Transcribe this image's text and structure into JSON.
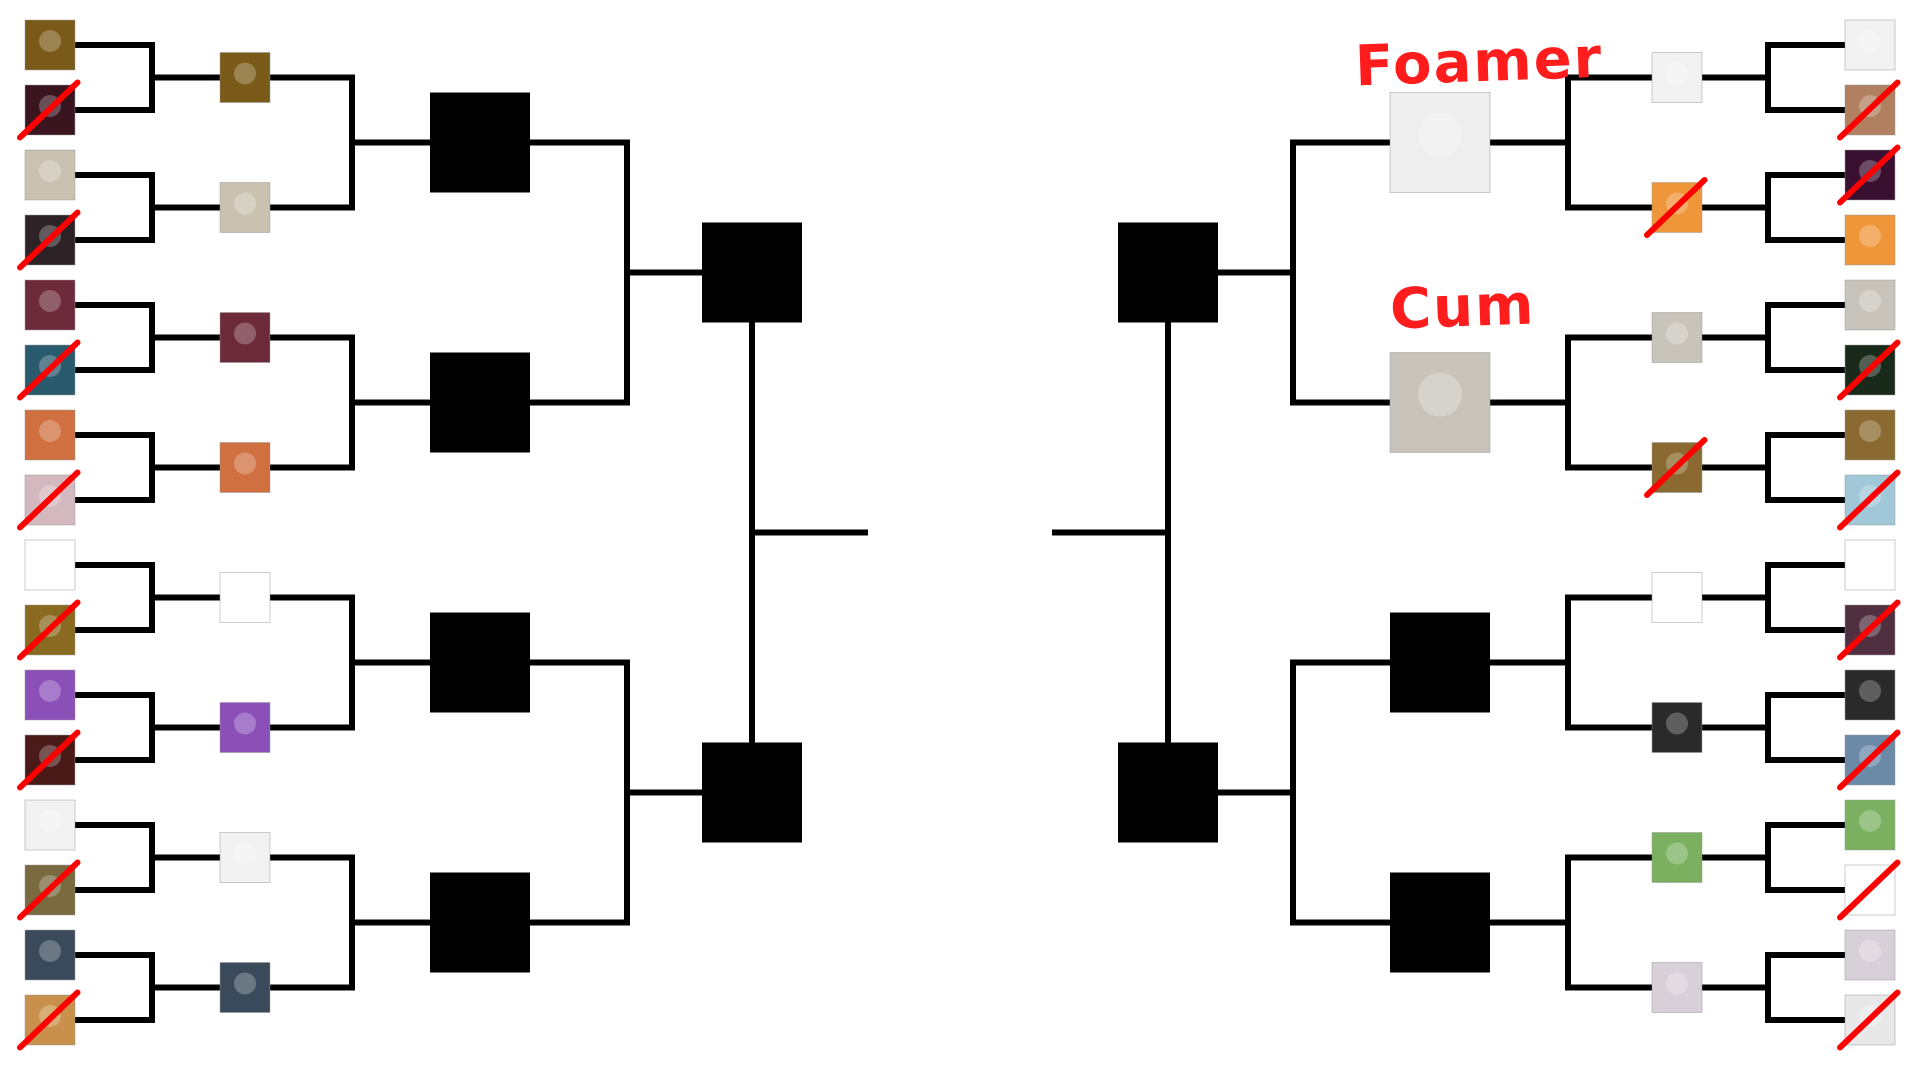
{
  "colors": {
    "line": "#000000",
    "box": "#000000",
    "elimination": "#ff0000",
    "background": "#ffffff"
  },
  "labels": {
    "finalist_top_right": "Foamer",
    "finalist_bottom_right": "Cum"
  },
  "left": {
    "round1": [
      {
        "icon": "man-portrait-avatar",
        "bg": "#7a5a18",
        "eliminated": false
      },
      {
        "icon": "dark-portrait-avatar",
        "bg": "#3a1520",
        "eliminated": true
      },
      {
        "icon": "laughing-man-avatar",
        "bg": "#c9c2b0",
        "eliminated": false
      },
      {
        "icon": "dark-figure-avatar",
        "bg": "#2d2226",
        "eliminated": true
      },
      {
        "icon": "anime-girl-horns-avatar",
        "bg": "#6d2a3a",
        "eliminated": false
      },
      {
        "icon": "green-blue-avatar",
        "bg": "#2a5a6e",
        "eliminated": true
      },
      {
        "icon": "redhead-anime-avatar",
        "bg": "#d07040",
        "eliminated": false
      },
      {
        "icon": "anime-character-avatar",
        "bg": "#d4b8c0",
        "eliminated": true
      },
      {
        "icon": "panda-flag-glasses-avatar",
        "bg": "#ffffff",
        "eliminated": false
      },
      {
        "icon": "sunglasses-avatar",
        "bg": "#8a6a20",
        "eliminated": true
      },
      {
        "icon": "purple-blob-avatar",
        "bg": "#8a50b8",
        "eliminated": false
      },
      {
        "icon": "dark-photo-avatar",
        "bg": "#4a1a18",
        "eliminated": true
      },
      {
        "icon": "sketch-man-avatar",
        "bg": "#f2f2f2",
        "eliminated": false
      },
      {
        "icon": "blurred-face-avatar",
        "bg": "#7a6a40",
        "eliminated": true
      },
      {
        "icon": "old-man-photo-avatar",
        "bg": "#3a4a5a",
        "eliminated": false
      },
      {
        "icon": "orange-avatar",
        "bg": "#c8904a",
        "eliminated": true
      }
    ],
    "round2": [
      {
        "icon": "man-portrait-avatar",
        "bg": "#7a5a18",
        "eliminated": false
      },
      {
        "icon": "laughing-man-avatar",
        "bg": "#c9c2b0",
        "eliminated": false
      },
      {
        "icon": "anime-girl-horns-avatar",
        "bg": "#6d2a3a",
        "eliminated": false
      },
      {
        "icon": "redhead-anime-avatar",
        "bg": "#d07040",
        "eliminated": false
      },
      {
        "icon": "panda-flag-glasses-avatar",
        "bg": "#ffffff",
        "eliminated": false
      },
      {
        "icon": "purple-blob-avatar",
        "bg": "#8a50b8",
        "eliminated": false
      },
      {
        "icon": "sketch-man-avatar",
        "bg": "#f2f2f2",
        "eliminated": false
      },
      {
        "icon": "old-man-photo-avatar",
        "bg": "#3a4a5a",
        "eliminated": false
      }
    ]
  },
  "right": {
    "round1": [
      {
        "icon": "ascii-cat-avatar",
        "bg": "#f2f2f2",
        "eliminated": false
      },
      {
        "icon": "brown-hair-avatar",
        "bg": "#b08060",
        "eliminated": true
      },
      {
        "icon": "magenta-dark-avatar",
        "bg": "#3a1030",
        "eliminated": true
      },
      {
        "icon": "orange-cat-avatar",
        "bg": "#f0963a",
        "eliminated": false
      },
      {
        "icon": "cat-tuxedo-avatar",
        "bg": "#c8c4bc",
        "eliminated": false
      },
      {
        "icon": "dark-matrix-avatar",
        "bg": "#1a2a1a",
        "eliminated": true
      },
      {
        "icon": "painting-avatar",
        "bg": "#8a6a30",
        "eliminated": false
      },
      {
        "icon": "blue-sketch-avatar",
        "bg": "#a0c8d8",
        "eliminated": true
      },
      {
        "icon": "red-grin-face-avatar",
        "bg": "#ffffff",
        "eliminated": false
      },
      {
        "icon": "blurred-photo-avatar",
        "bg": "#503040",
        "eliminated": true
      },
      {
        "icon": "comic-panel-avatar",
        "bg": "#2a2a2a",
        "eliminated": false
      },
      {
        "icon": "blue-photo-avatar",
        "bg": "#6a8aa8",
        "eliminated": true
      },
      {
        "icon": "smiling-block-avatar",
        "bg": "#7ab060",
        "eliminated": false
      },
      {
        "icon": "hat-character-avatar",
        "bg": "#ffffff",
        "eliminated": true
      },
      {
        "icon": "mouse-ears-girl-avatar",
        "bg": "#d8d0d8",
        "eliminated": false
      },
      {
        "icon": "white-sketch-avatar",
        "bg": "#e8e8e8",
        "eliminated": true
      }
    ],
    "round2": [
      {
        "icon": "ascii-cat-avatar",
        "bg": "#f2f2f2",
        "eliminated": false
      },
      {
        "icon": "orange-cat-avatar",
        "bg": "#f0963a",
        "eliminated": true
      },
      {
        "icon": "cat-tuxedo-avatar",
        "bg": "#c8c4bc",
        "eliminated": false
      },
      {
        "icon": "painting-avatar",
        "bg": "#8a6a30",
        "eliminated": true
      },
      {
        "icon": "red-grin-face-avatar",
        "bg": "#ffffff",
        "eliminated": false
      },
      {
        "icon": "comic-panel-avatar",
        "bg": "#2a2a2a",
        "eliminated": false
      },
      {
        "icon": "smiling-block-avatar",
        "bg": "#7ab060",
        "eliminated": false
      },
      {
        "icon": "mouse-ears-girl-avatar",
        "bg": "#d8d0d8",
        "eliminated": false
      }
    ],
    "round3": [
      {
        "icon": "ascii-cat-large-avatar",
        "bg": "#eeeeee",
        "filled": true
      },
      {
        "icon": "cat-tuxedo-large-avatar",
        "bg": "#c8c4bc",
        "filled": true
      },
      {
        "icon": "empty-slot",
        "bg": "#000000",
        "filled": false
      },
      {
        "icon": "empty-slot",
        "bg": "#000000",
        "filled": false
      }
    ]
  }
}
